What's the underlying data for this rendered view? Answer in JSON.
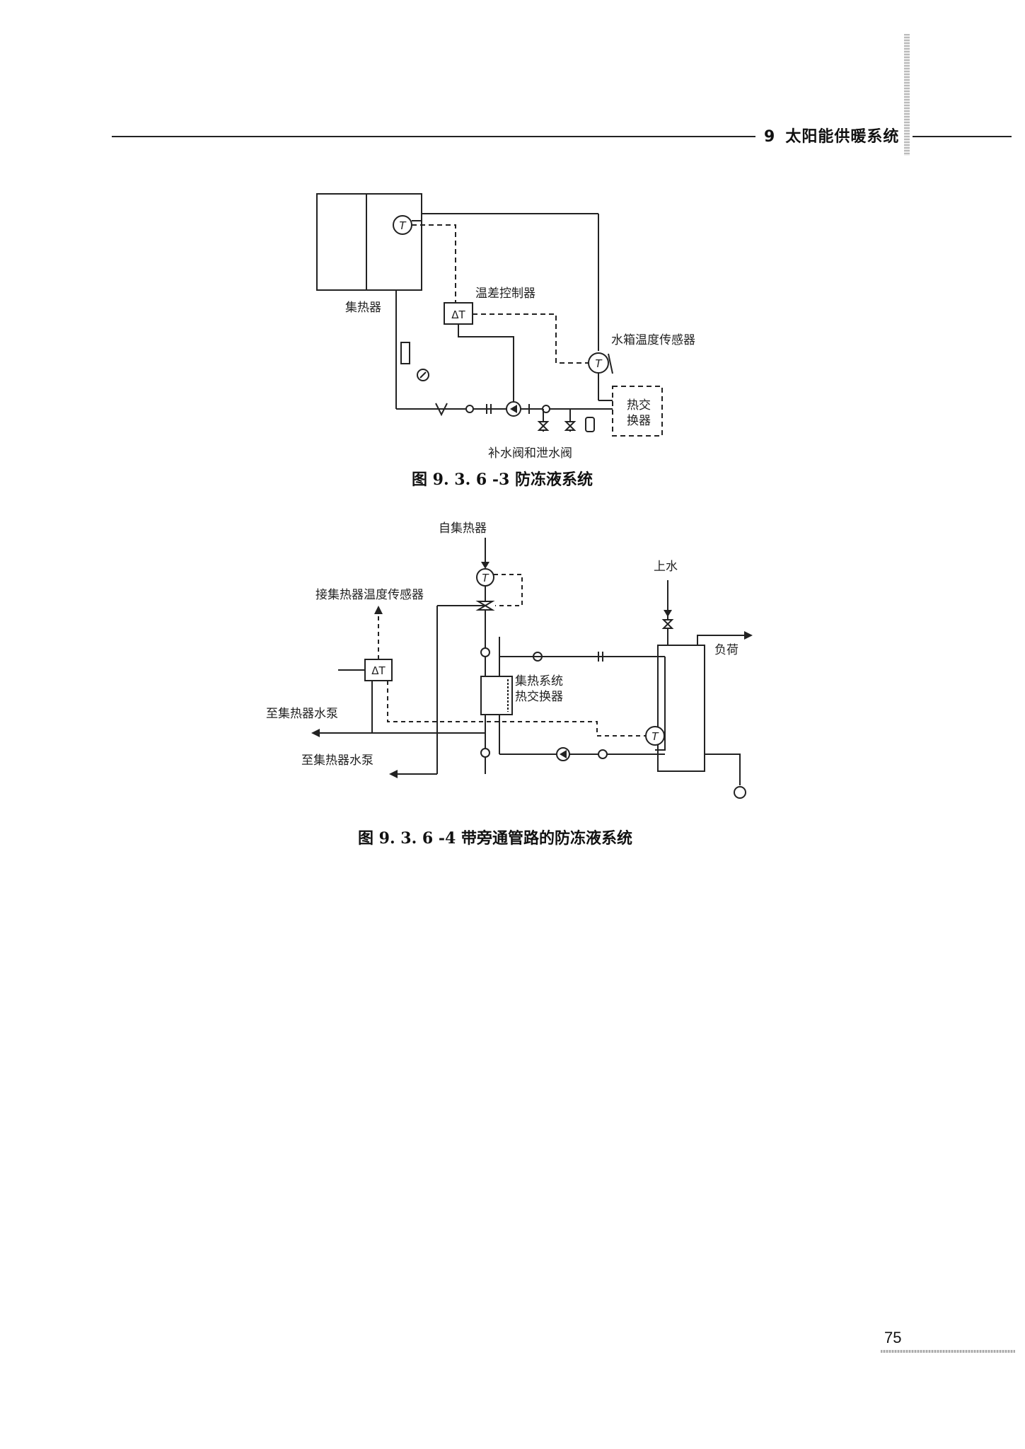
{
  "header": {
    "chapter_number": "9",
    "chapter_title": "太阳能供暖系统"
  },
  "figure1": {
    "caption": "图 9. 3. 6 -3 防冻液系统",
    "labels": {
      "collector": "集热器",
      "temp_diff_controller": "温差控制器",
      "tank_temp_sensor": "水箱温度传感器",
      "heat_exchanger_line1": "热交",
      "heat_exchanger_line2": "换器",
      "fill_drain_valves": "补水阀和泄水阀",
      "sensor_symbol": "T",
      "controller_symbol": "ΔT"
    }
  },
  "figure2": {
    "caption": "图 9. 3. 6 -4 带旁通管路的防冻液系统",
    "labels": {
      "from_collector": "自集热器",
      "to_collector_sensor": "接集热器温度传感器",
      "water_in": "上水",
      "load": "负荷",
      "hx_line1": "集热系统",
      "hx_line2": "热交换器",
      "to_collector_pump_1": "至集热器水泵",
      "to_collector_pump_2": "至集热器水泵",
      "sensor_symbol": "T",
      "controller_symbol": "ΔT"
    }
  },
  "page_number": "75"
}
